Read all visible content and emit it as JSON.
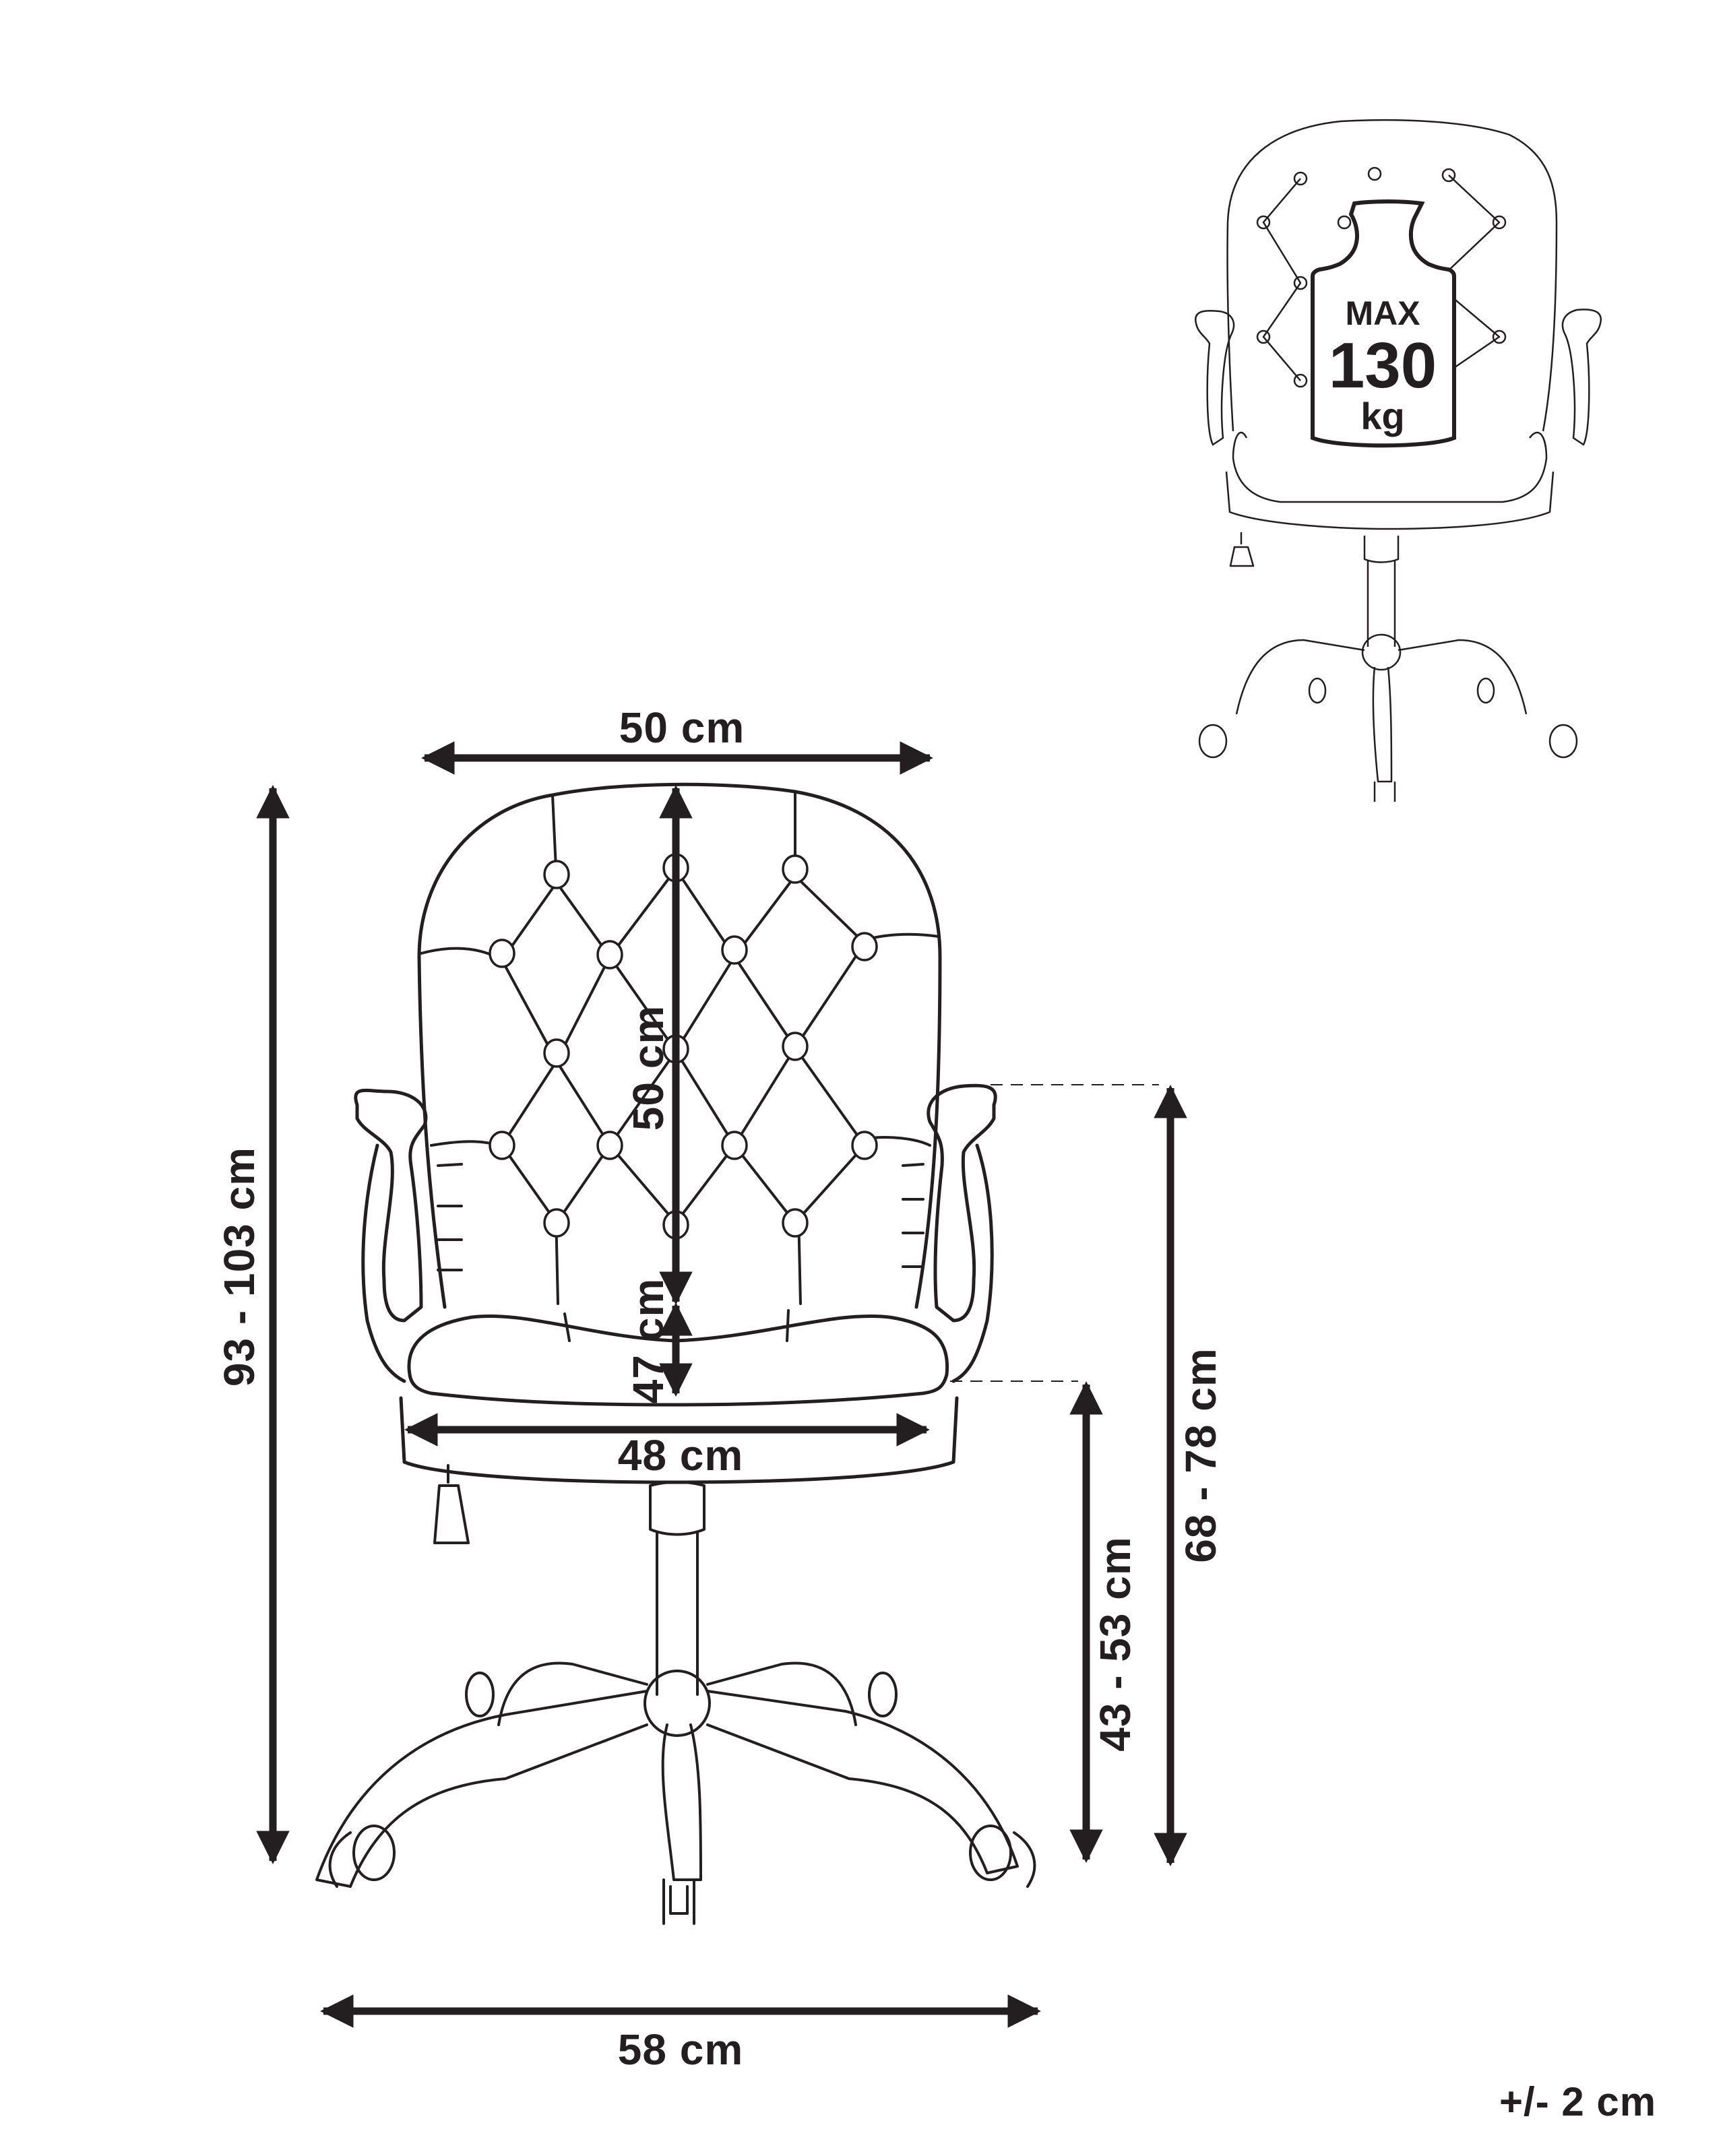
{
  "diagram": {
    "subject": "Office chair dimension drawing",
    "line_color": "#231f20",
    "background": "#ffffff"
  },
  "dimensions": {
    "backrest_width": "50 cm",
    "backrest_height": "50 cm",
    "seat_depth": "47 cm",
    "seat_width": "48 cm",
    "total_height": "93 - 103 cm",
    "base_width": "58 cm",
    "seat_height": "43 - 53 cm",
    "armrest_height": "68 - 78 cm"
  },
  "weight_badge": {
    "line1": "MAX",
    "line2": "130",
    "line3": "kg"
  },
  "tolerance": "+/- 2 cm"
}
